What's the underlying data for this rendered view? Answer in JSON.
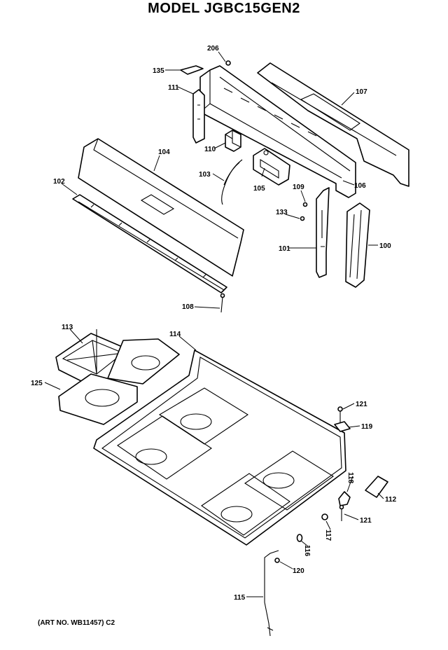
{
  "title": "MODEL JGBC15GEN2",
  "footer": "(ART NO. WB11457) C2",
  "labels": {
    "p206": "206",
    "p135": "135",
    "p111": "111",
    "p107": "107",
    "p110": "110",
    "p104": "104",
    "p103": "103",
    "p102": "102",
    "p105": "105",
    "p109": "109",
    "p106a": "106",
    "p133": "133",
    "p101": "101",
    "p100": "100",
    "p108": "108",
    "p113": "113",
    "p114": "114",
    "p125": "125",
    "p121a": "121",
    "p119": "119",
    "p118": "118",
    "p112": "112",
    "p121b": "121",
    "p117": "117",
    "p116": "116",
    "p120": "120",
    "p115": "115"
  }
}
